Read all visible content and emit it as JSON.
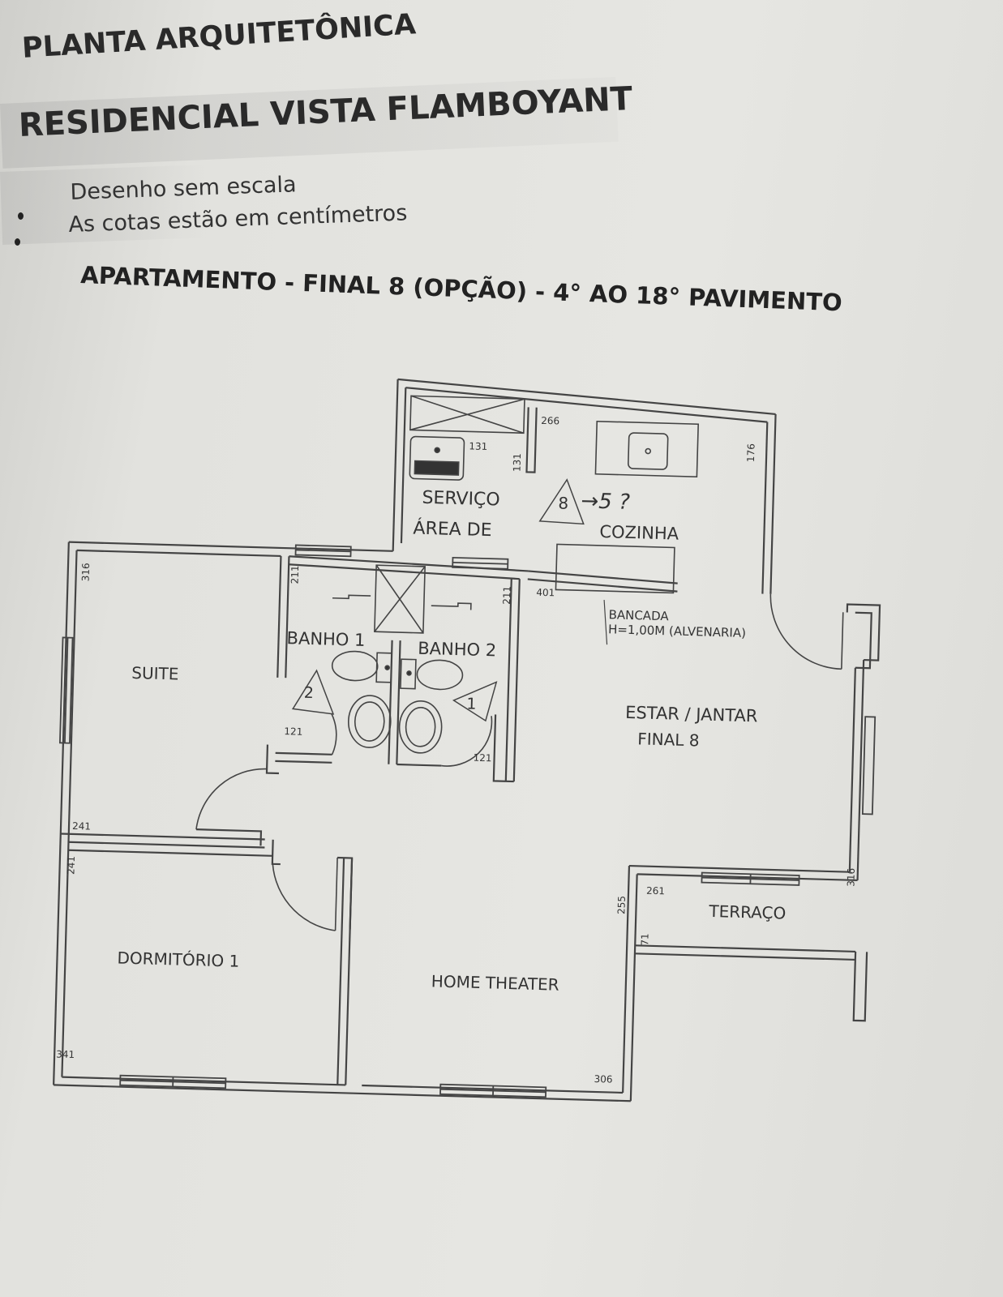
{
  "header": {
    "title": "PLANTA ARQUITETÔNICA",
    "project": "RESIDENCIAL VISTA FLAMBOYANT",
    "notes": [
      "Desenho sem escala",
      "As cotas estão em centímetros"
    ],
    "subtitle": "APARTAMENTO - FINAL  8  (OPÇÃO) - 4° AO  18° PAVIMENTO"
  },
  "rooms": {
    "servico_line1": "SERVIÇO",
    "servico_line2": "ÁREA DE",
    "cozinha": "COZINHA",
    "banho1": "BANHO 1",
    "banho2": "BANHO 2",
    "suite": "SUITE",
    "estar_line1": "ESTAR  /  JANTAR",
    "estar_line2": "FINAL  8",
    "bancada_line1": "BANCADA",
    "bancada_line2": "H=1,00M  (ALVENARIA)",
    "terraco": "TERRAÇO",
    "dormitorio": "DORMITÓRIO  1",
    "home_theater": "HOME  THEATER"
  },
  "markers": {
    "apartment": "8",
    "handwritten": "→5 ?",
    "banho1": "1",
    "banho2": "2"
  },
  "dimensions": {
    "d266": "266",
    "d176": "176",
    "d131a": "131",
    "d131b": "131",
    "d316a": "316",
    "d211a": "211",
    "d211b": "211",
    "d401": "401",
    "d121a": "121",
    "d121b": "121",
    "d241a": "241",
    "d241b": "241",
    "d316b": "316",
    "d255": "255",
    "d261": "261",
    "d71": "71",
    "d341": "341",
    "d306": "306"
  }
}
